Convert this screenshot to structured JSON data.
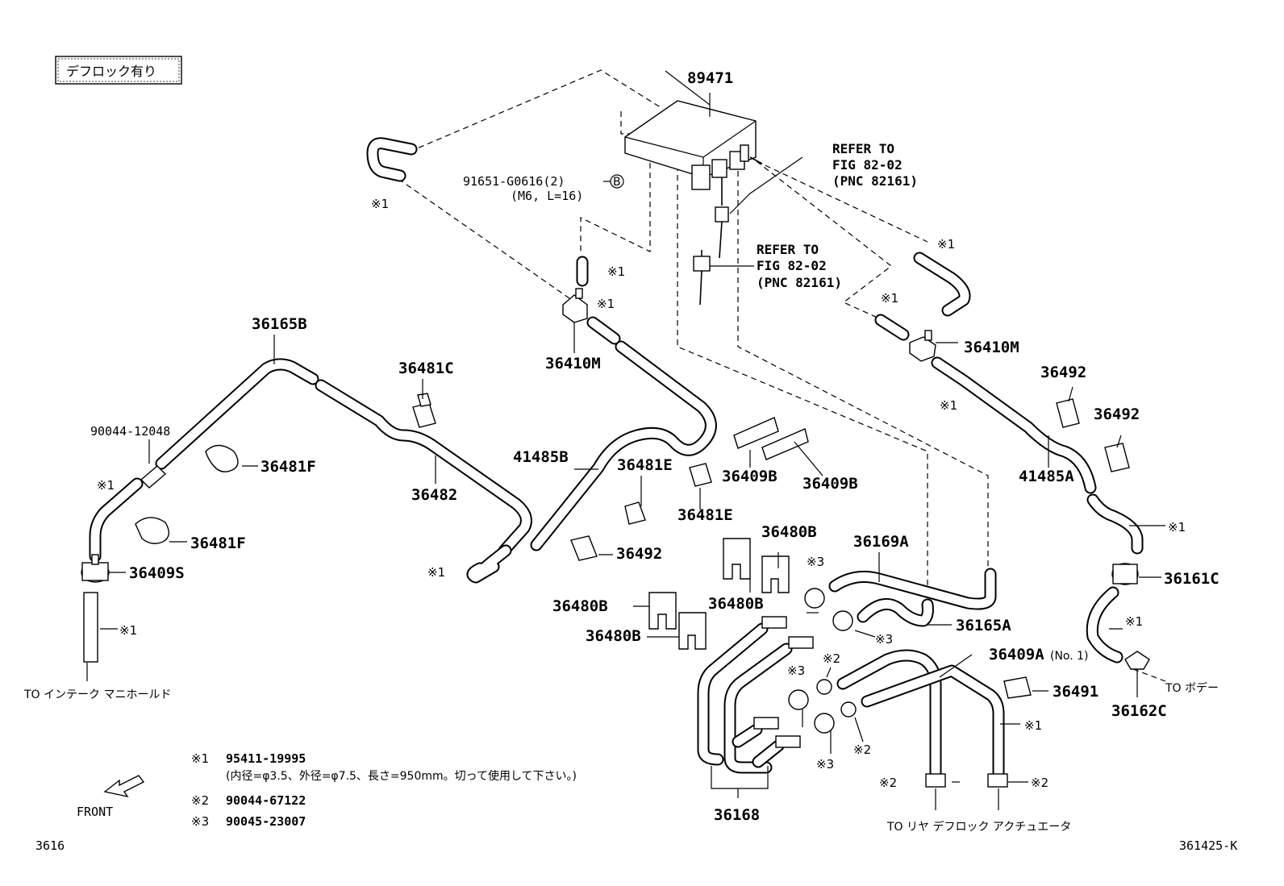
{
  "header": {
    "variant_label": "デフロック有り"
  },
  "part_numbers": {
    "p89471": "89471",
    "p91651": "91651-G0616(2)",
    "p91651_spec": "(M6, L=16)",
    "b_mark": "B",
    "p36165B": "36165B",
    "p36481C": "36481C",
    "p36410M_left": "36410M",
    "p36410M_right": "36410M",
    "p90044_12048": "90044-12048",
    "p36481F_a": "36481F",
    "p36481F_b": "36481F",
    "p36482": "36482",
    "p41485B": "41485B",
    "p36481E_a": "36481E",
    "p36481E_b": "36481E",
    "p36409B_a": "36409B",
    "p36409B_b": "36409B",
    "p36492_a": "36492",
    "p36492_b": "36492",
    "p36492_c": "36492",
    "p41485A": "41485A",
    "p36409S": "36409S",
    "p36480B_a": "36480B",
    "p36480B_b": "36480B",
    "p36480B_c": "36480B",
    "p36480B_d": "36480B",
    "p36169A": "36169A",
    "p36165A": "36165A",
    "p36409A": "36409A",
    "p36409A_note": "(No. 1)",
    "p36491": "36491",
    "p36161C": "36161C",
    "p36162C": "36162C",
    "p36168": "36168"
  },
  "references": {
    "ref1": [
      "REFER TO",
      "FIG 82-02",
      "(PNC 82161)"
    ],
    "ref2": [
      "REFER TO",
      "FIG 82-02",
      "(PNC 82161)"
    ]
  },
  "marks": {
    "m1": "※1",
    "m2": "※2",
    "m3": "※3"
  },
  "destinations": {
    "intake": "TO インテーク マニホールド",
    "body": "TO ボデー",
    "rear_actuator": "TO リヤ デフロック アクチュエータ"
  },
  "legend": {
    "l1_mark": "※1",
    "l1_pn": "95411-19995",
    "l1_note": "(内径=φ3.5、外径=φ7.5、長さ=950mm。切って使用して下さい。)",
    "l2_mark": "※2",
    "l2_pn": "90044-67122",
    "l3_mark": "※3",
    "l3_pn": "90045-23007"
  },
  "front_label": "FRONT",
  "footer": {
    "page_code": "3616",
    "figure_code": "361425-K"
  }
}
